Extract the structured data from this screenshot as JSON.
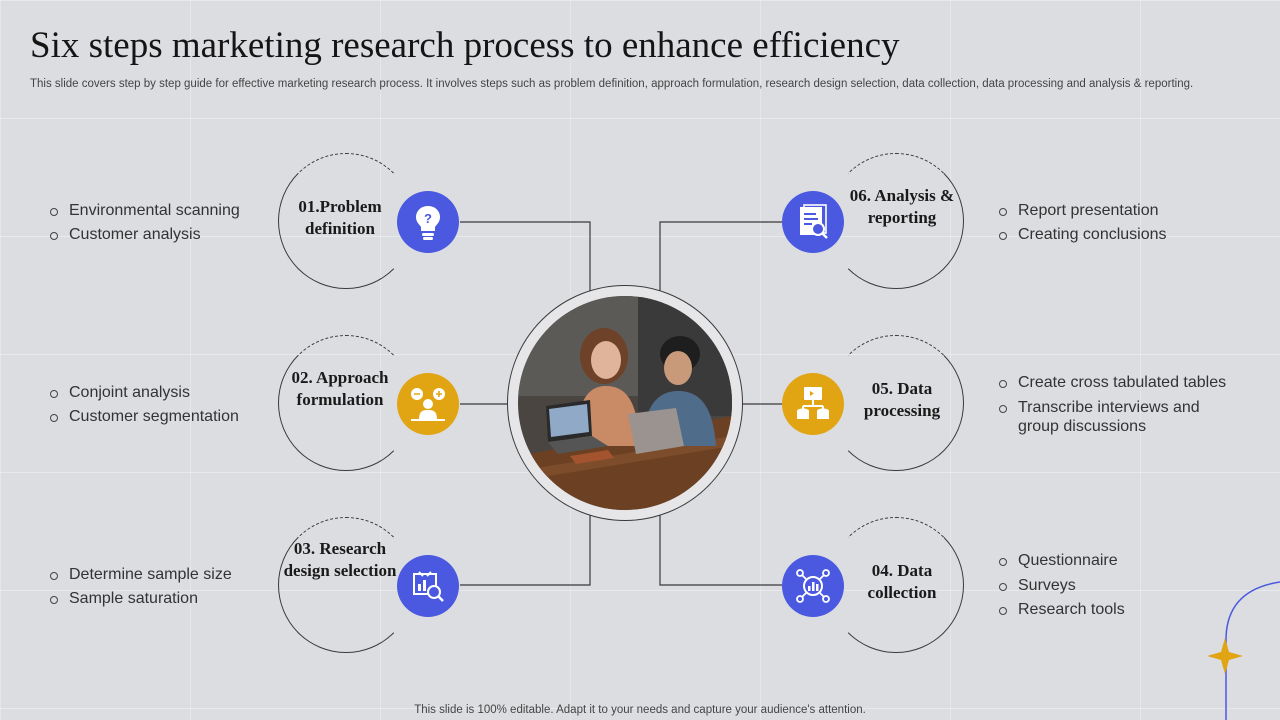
{
  "header": {
    "title": "Six steps marketing research process to enhance efficiency",
    "subtitle": "This slide covers step by step guide for effective marketing research process. It involves steps such as problem definition, approach formulation, research design selection, data collection, data processing and analysis & reporting."
  },
  "steps": [
    {
      "label": "01.Problem definition",
      "icon": "idea-bulb-icon",
      "color": "#4a59e0",
      "bullets": [
        "Environmental scanning",
        "Customer analysis"
      ]
    },
    {
      "label": "02. Approach formulation",
      "icon": "team-approach-icon",
      "color": "#e1a514",
      "bullets": [
        "Conjoint analysis",
        "Customer segmentation"
      ]
    },
    {
      "label": "03. Research design selection",
      "icon": "report-magnifier-icon",
      "color": "#4a59e0",
      "bullets": [
        "Determine sample size",
        "Sample saturation"
      ]
    },
    {
      "label": "04. Data collection",
      "icon": "data-network-icon",
      "color": "#4a59e0",
      "bullets": [
        "Questionnaire",
        "Surveys",
        "Research tools"
      ]
    },
    {
      "label": "05. Data processing",
      "icon": "data-processing-icon",
      "color": "#e1a514",
      "bullets": [
        "Create cross tabulated tables",
        "Transcribe interviews and group discussions"
      ]
    },
    {
      "label": "06. Analysis & reporting",
      "icon": "document-analysis-icon",
      "color": "#4a59e0",
      "bullets": [
        "Report presentation",
        "Creating conclusions"
      ]
    }
  ],
  "center_image": "team-meeting-photo",
  "footer": "This slide is 100% editable. Adapt it to your needs and capture your audience's attention.",
  "decor": {
    "accent_gold": "#e1a514",
    "accent_blue": "#4a59e0"
  }
}
